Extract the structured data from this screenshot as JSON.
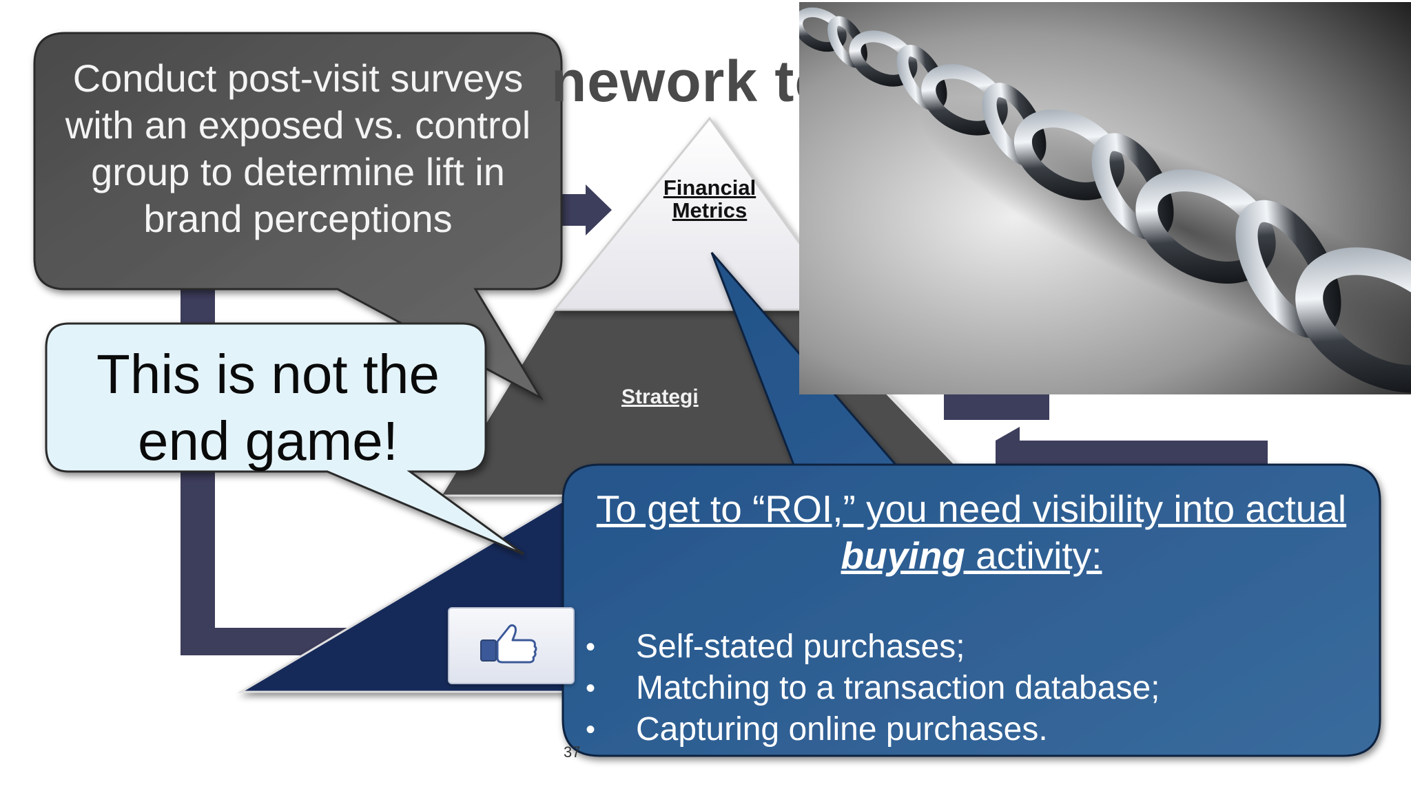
{
  "title_fragment": "nework to",
  "pyramid": {
    "top_label_line1": "Financial",
    "top_label_line2": "Metrics",
    "middle_label": "Strategi"
  },
  "page_number": "37",
  "callouts": {
    "grey": "Conduct post-visit surveys with an exposed vs. control group to determine lift in brand perceptions",
    "light": "This is not the end game!",
    "blue": {
      "heading_part1": "To get to “ROI,” you need visibility into actual ",
      "heading_emphasis": "buying",
      "heading_part2": " activity:",
      "items": [
        "Self-stated purchases;",
        "Matching to a transaction database;",
        "Capturing online purchases."
      ]
    }
  },
  "icons": [
    "like-thumbs-up-icon",
    "chain-icon",
    "arrow-right-icon",
    "arrow-left-icon"
  ],
  "colors": {
    "navy": "#17295a",
    "arrow_slate": "#3d3d5c",
    "dark_grey_tier": "#4d4d4d",
    "blue_callout": "#2a5a8c",
    "light_callout": "#e3f3fa"
  }
}
